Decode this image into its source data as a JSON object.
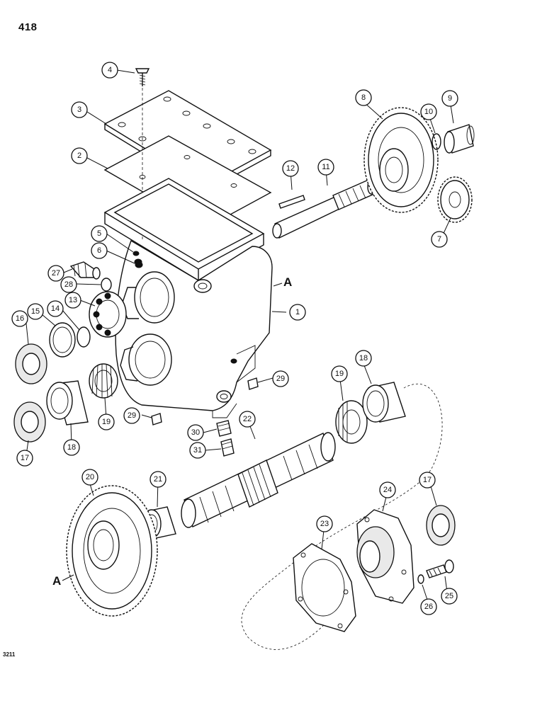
{
  "page": {
    "number": "418",
    "figure_code": "3211"
  },
  "diagram": {
    "view_letters": {
      "upper": "A",
      "lower": "A"
    },
    "callouts": {
      "c1": "1",
      "c2": "2",
      "c3": "3",
      "c4": "4",
      "c5": "5",
      "c6": "6",
      "c7": "7",
      "c8": "8",
      "c9": "9",
      "c10": "10",
      "c11": "11",
      "c12": "12",
      "c13": "13",
      "c14": "14",
      "c15": "15",
      "c16": "16",
      "c17a": "17",
      "c17b": "17",
      "c18a": "18",
      "c18b": "18",
      "c19a": "19",
      "c19b": "19",
      "c20": "20",
      "c21": "21",
      "c22": "22",
      "c23": "23",
      "c24": "24",
      "c25": "25",
      "c26": "26",
      "c27": "27",
      "c28": "28",
      "c29a": "29",
      "c29b": "29",
      "c30": "30",
      "c31": "31"
    }
  }
}
